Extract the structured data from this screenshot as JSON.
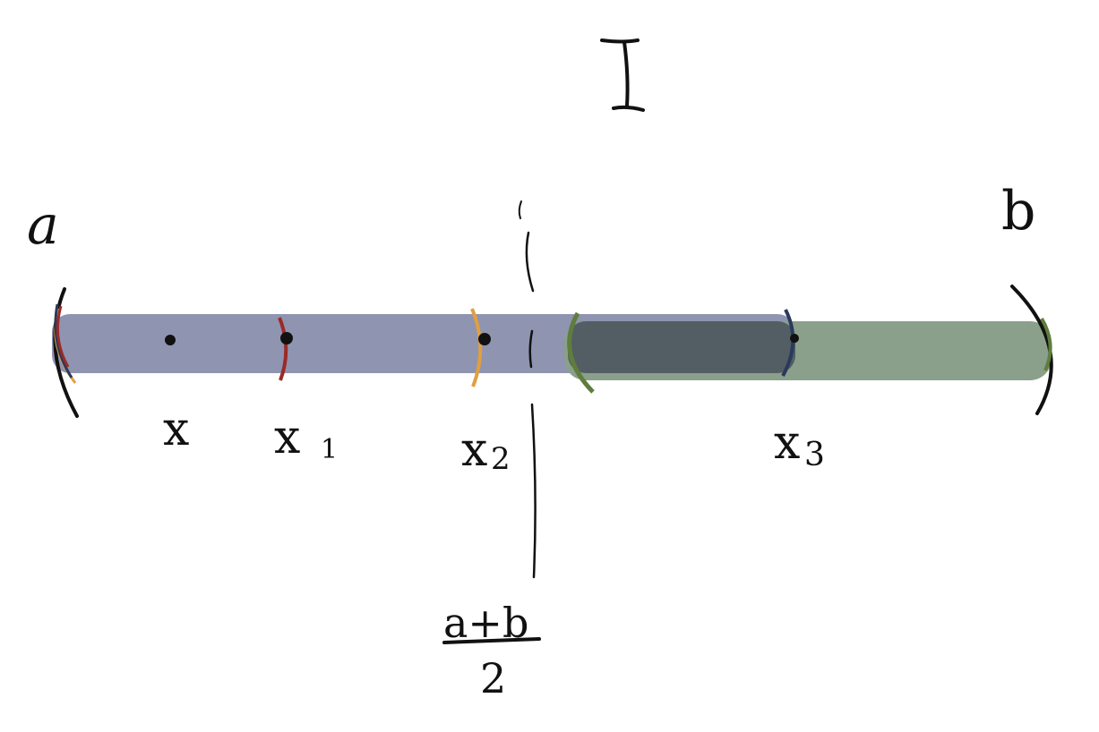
{
  "diagram": {
    "interval_label": "I",
    "left_endpoint_label": "a",
    "right_endpoint_label": "b",
    "midpoint_numerator": "a+b",
    "midpoint_denominator": "2",
    "points": [
      {
        "id": "x",
        "label": "x",
        "subscript": ""
      },
      {
        "id": "x1",
        "label": "x",
        "subscript": "1"
      },
      {
        "id": "x2",
        "label": "x",
        "subscript": "2"
      },
      {
        "id": "x3",
        "label": "x",
        "subscript": "3"
      }
    ],
    "colors": {
      "ink": "#111111",
      "left_half_fill": "#8f94b0",
      "right_half_fill": "#8aa08a",
      "overlap_fill": "#525e63",
      "x1_bracket": "#9b2a26",
      "x2_bracket": "#e0a040",
      "x3_bracket": "#2a3a5a",
      "right_bracket": "#5f7d3d"
    }
  }
}
